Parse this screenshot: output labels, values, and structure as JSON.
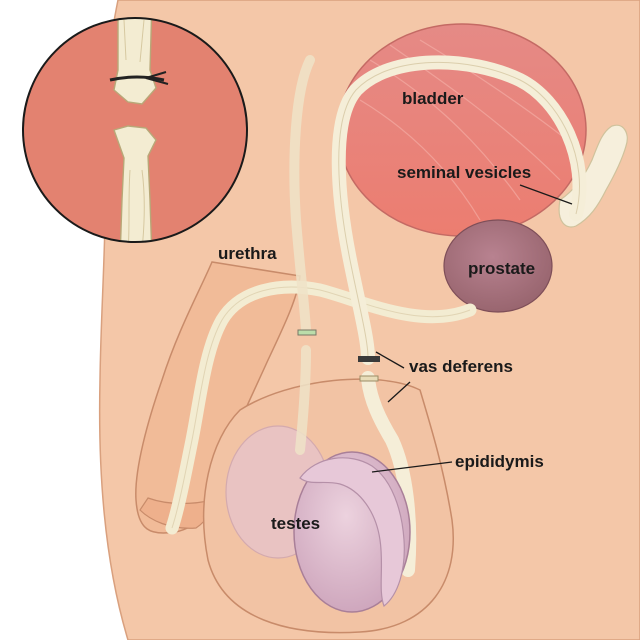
{
  "labels": {
    "bladder": "bladder",
    "seminal_vesicles": "seminal vesicles",
    "urethra": "urethra",
    "prostate": "prostate",
    "vas_deferens": "vas deferens",
    "epididymis": "epididymis",
    "testes": "testes"
  },
  "colors": {
    "background": "#ffffff",
    "skin": "#f4c7a8",
    "skin_outline": "#c88b6a",
    "inset_bg": "#e38270",
    "bladder": "#e88880",
    "prostate": "#a8727a",
    "tube": "#f3ecd2",
    "testis": "#e0c0d0",
    "label_text": "#1a1a1a"
  },
  "icons": {
    "inset": "vas-deferens-cut-and-tied-icon"
  }
}
